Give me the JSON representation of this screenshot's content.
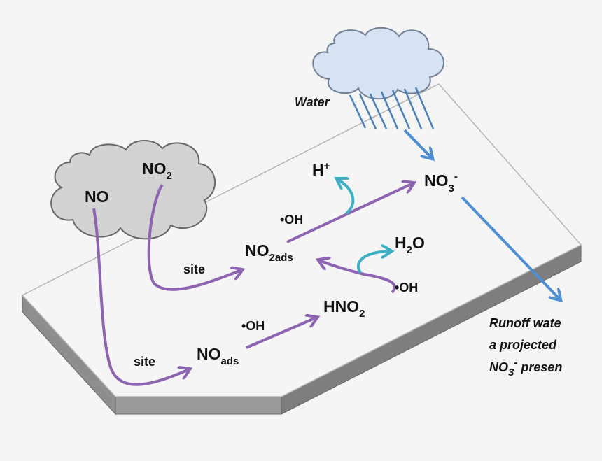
{
  "labels": {
    "water": "Water",
    "no_cloud": "NO",
    "no2_cloud_main": "NO",
    "no2_cloud_sub": "2",
    "h_plus_main": "H",
    "h_plus_sup": "+",
    "no3_main": "NO",
    "no3_sub": "3",
    "no3_sup": "-",
    "oh_upper": "•OH",
    "no2ads_main": "NO",
    "no2ads_sub": "2ads",
    "site_upper": "site",
    "h2o_main": "H",
    "h2o_sub": "2",
    "h2o_end": "O",
    "oh_right": "•OH",
    "hno2_main": "HNO",
    "hno2_sub": "2",
    "oh_lower": "•OH",
    "noads_main": "NO",
    "noads_sub": "ads",
    "site_lower": "site",
    "runoff_line1": "Runoff wate",
    "runoff_line2": "a projected",
    "runoff_line3_main": "NO",
    "runoff_line3_sub": "3",
    "runoff_line3_sup": "-",
    "runoff_line3_end": " presen"
  },
  "colors": {
    "purple_arrow": "#8e63b3",
    "blue_arrow": "#4a8fd8",
    "teal_arrow": "#3ab0c8",
    "cloud_gray": "#d0d0d0",
    "cloud_blue": "#d6e3f4",
    "surface": "#f5f5f5",
    "slab_side": "#8a8a8a"
  }
}
